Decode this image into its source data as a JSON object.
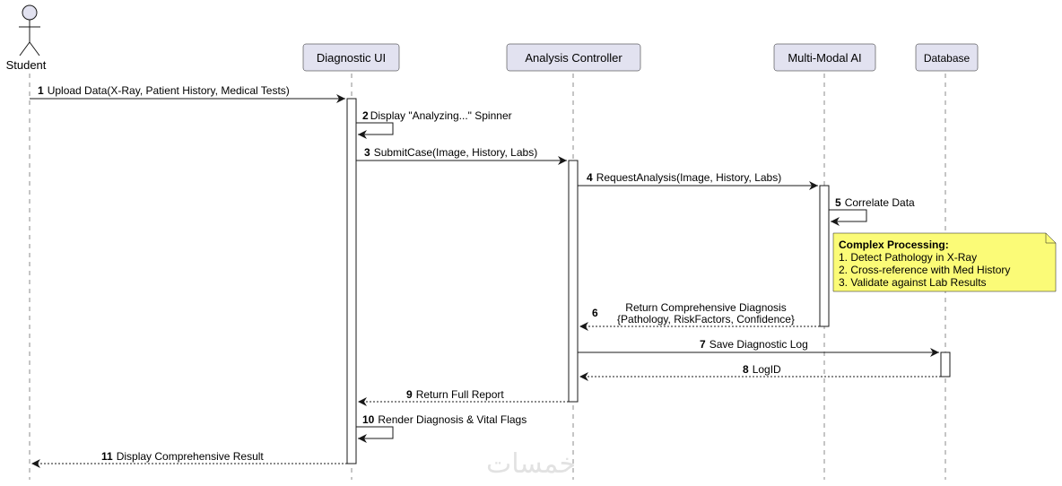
{
  "participants": [
    {
      "id": "student",
      "label": "Student",
      "kind": "actor"
    },
    {
      "id": "ui",
      "label": "Diagnostic UI",
      "kind": "participant"
    },
    {
      "id": "ctrl",
      "label": "Analysis Controller",
      "kind": "participant"
    },
    {
      "id": "ai",
      "label": "Multi-Modal AI",
      "kind": "participant"
    },
    {
      "id": "db",
      "label": "Database",
      "kind": "participant"
    }
  ],
  "messages": [
    {
      "num": "1",
      "text": "Upload Data(X-Ray, Patient History, Medical Tests)",
      "from": "student",
      "to": "ui",
      "style": "solid"
    },
    {
      "num": "2",
      "text": "Display \"Analyzing...\" Spinner",
      "from": "ui",
      "to": "ui",
      "style": "self"
    },
    {
      "num": "3",
      "text": "SubmitCase(Image, History, Labs)",
      "from": "ui",
      "to": "ctrl",
      "style": "solid"
    },
    {
      "num": "4",
      "text": "RequestAnalysis(Image, History, Labs)",
      "from": "ctrl",
      "to": "ai",
      "style": "solid"
    },
    {
      "num": "5",
      "text": "Correlate Data",
      "from": "ai",
      "to": "ai",
      "style": "self"
    },
    {
      "num": "6",
      "lines": [
        "Return Comprehensive Diagnosis",
        "{Pathology, RiskFactors, Confidence}"
      ],
      "from": "ai",
      "to": "ctrl",
      "style": "dashed"
    },
    {
      "num": "7",
      "text": "Save Diagnostic Log",
      "from": "ctrl",
      "to": "db",
      "style": "solid"
    },
    {
      "num": "8",
      "text": "LogID",
      "from": "db",
      "to": "ctrl",
      "style": "dashed"
    },
    {
      "num": "9",
      "text": "Return Full Report",
      "from": "ctrl",
      "to": "ui",
      "style": "dashed"
    },
    {
      "num": "10",
      "text": "Render Diagnosis & Vital Flags",
      "from": "ui",
      "to": "ui",
      "style": "self"
    },
    {
      "num": "11",
      "text": "Display Comprehensive Result",
      "from": "ui",
      "to": "student",
      "style": "dashed"
    }
  ],
  "note": {
    "title": "Complex Processing:",
    "lines": [
      "1. Detect Pathology in X-Ray",
      "2. Cross-reference with Med History",
      "3. Validate against Lab Results"
    ]
  },
  "watermark": "خمسات",
  "colors": {
    "participant_fill": "#e2e2f0",
    "participant_border": "#181818",
    "lifeline": "#181818",
    "note_fill": "#fbfb77",
    "note_border": "#181818"
  }
}
